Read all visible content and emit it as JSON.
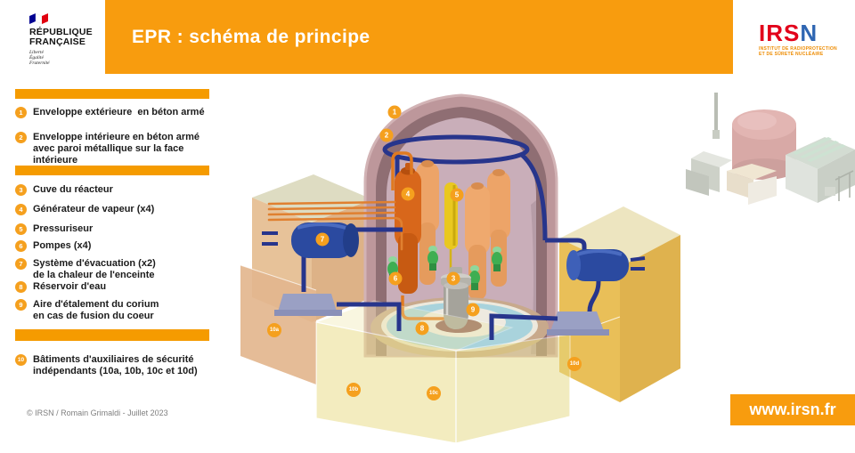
{
  "header": {
    "title": "EPR : schéma de principe",
    "marianne": {
      "name_line1": "RÉPUBLIQUE",
      "name_line2": "FRANÇAISE",
      "motto_line1": "Liberté",
      "motto_line2": "Égalité",
      "motto_line3": "Fraternité"
    },
    "irsn_logo": {
      "acronym_red": "IRS",
      "acronym_blue": "N",
      "subtitle_line1": "INSTITUT DE RADIOPROTECTION",
      "subtitle_line2": "ET DE SÛRETÉ NUCLÉAIRE"
    }
  },
  "legend": {
    "items": [
      {
        "num": "1",
        "line1": "Enveloppe extérieure  en béton armé",
        "line2": ""
      },
      {
        "num": "2",
        "line1": "Enveloppe intérieure en béton armé",
        "line2": "avec paroi métallique sur la face intérieure"
      },
      {
        "num": "3",
        "line1": "Cuve du réacteur",
        "line2": ""
      },
      {
        "num": "4",
        "line1": "Générateur de vapeur (x4)",
        "line2": ""
      },
      {
        "num": "5",
        "line1": "Pressuriseur",
        "line2": ""
      },
      {
        "num": "6",
        "line1": "Pompes (x4)",
        "line2": ""
      },
      {
        "num": "7",
        "line1": "Système d'évacuation (x2)",
        "line2": "de la chaleur de l'enceinte"
      },
      {
        "num": "8",
        "line1": "Réservoir d'eau",
        "line2": ""
      },
      {
        "num": "9",
        "line1": "Aire d'étalement du corium",
        "line2": "en cas de fusion du coeur"
      },
      {
        "num": "10",
        "line1": "Bâtiments d'auxiliaires de sécurité",
        "line2": "indépendants (10a, 10b, 10c et 10d)"
      }
    ]
  },
  "diagram": {
    "markers": [
      {
        "label": "1"
      },
      {
        "label": "2"
      },
      {
        "label": "4"
      },
      {
        "label": "5"
      },
      {
        "label": "7"
      },
      {
        "label": "6"
      },
      {
        "label": "3"
      },
      {
        "label": "9"
      },
      {
        "label": "8"
      },
      {
        "label": "10a"
      },
      {
        "label": "10b"
      },
      {
        "label": "10c"
      },
      {
        "label": "10d"
      }
    ]
  },
  "footer": {
    "copyright": "© IRSN / Romain Grimaldi - Juillet 2023",
    "website": "www.irsn.fr"
  },
  "colors": {
    "accent_orange": "#F89C0E",
    "marker_orange": "#F5A01E",
    "irsn_red": "#E2001A",
    "pipe_blue": "#27358C",
    "tank_blue": "#2B4AA0",
    "generator_orange": "#EDA468",
    "highlighted_generator_orange": "#D8671B",
    "pressurizer_yellow": "#E9C81F",
    "pump_green": "#3FAE52",
    "dome_mauve": "#BD979B",
    "water_blue": "#A9D3DC",
    "building_tan": "#E7C299",
    "building_gold": "#E9BF58"
  }
}
